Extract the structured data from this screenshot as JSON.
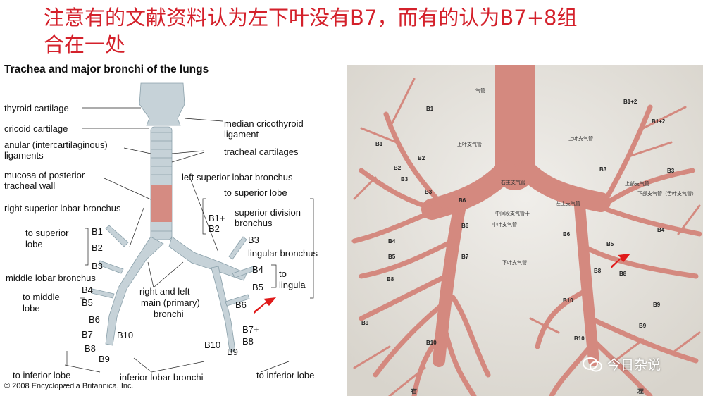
{
  "headline": {
    "line1": "注意有的文献资料认为左下叶没有B7，而有的认为B7+8组",
    "line2": "合在一处"
  },
  "diagram": {
    "title": "Trachea and major bronchi of the lungs",
    "labels": {
      "thyroid": "thyroid cartilage",
      "cricoid": "cricoid cartilage",
      "anular1": "anular (intercartilaginous)",
      "anular2": "ligaments",
      "mucosa1": "mucosa of posterior",
      "mucosa2": "tracheal wall",
      "rsup": "right superior lobar bronchus",
      "median1": "median cricothyroid",
      "median2": "ligament",
      "tracheal": "tracheal cartilages",
      "lsup": "left superior lobar bronchus",
      "tosup": "to superior lobe",
      "b1b2a": "B1+",
      "b1b2b": "B2",
      "supdiv1": "superior division",
      "supdiv2": "bronchus",
      "b3l": "B3",
      "lingular": "lingular bronchus",
      "b4l": "B4",
      "b5l": "B5",
      "to1": "to",
      "lingula": "lingula",
      "tosuplobe1": "to superior",
      "tosuplobe2": "lobe",
      "b1r": "B1",
      "b2r": "B2",
      "b3r": "B3",
      "midlobar": "middle lobar bronchus",
      "b4r": "B4",
      "b5r": "B5",
      "tomid1": "to middle",
      "tomid2": "lobe",
      "b6r": "B6",
      "b7r": "B7",
      "b8r": "B8",
      "b9r": "B9",
      "b10r": "B10",
      "rl1": "right and left",
      "rl2": "main (primary)",
      "rl3": "bronchi",
      "b6l": "B6",
      "b78a": "B7+",
      "b78b": "B8",
      "b10l": "B10",
      "b9l": "B9",
      "toinf_r": "to inferior lobe",
      "inflobar": "inferior lobar bronchi",
      "toinf_l": "to inferior lobe"
    },
    "copyright": "© 2008 Encyclopædia Britannica, Inc."
  },
  "photo": {
    "labels": {
      "qiguan": "气管",
      "r_sup": "上叶支气管",
      "r_main": "右主支气管",
      "l_main": "左主支气管",
      "mid_stem": "中间段支气管干",
      "mid_lobe": "中叶支气管",
      "r_inf": "下叶支气管",
      "l_sup": "上叶支气管",
      "l_upper": "上部支气管",
      "l_lower": "下部支气管（舌叶支气管）",
      "right": "右",
      "left": "左"
    },
    "segments": [
      "B1",
      "B2",
      "B3",
      "B1",
      "B2",
      "B3",
      "B6",
      "B4",
      "B5",
      "B6",
      "B7",
      "B8",
      "B9",
      "B10",
      "B1+2",
      "B1+2",
      "B3",
      "B3",
      "B4",
      "B5",
      "B6",
      "B8",
      "B9",
      "B10",
      "B10",
      "B9",
      "B8"
    ]
  },
  "watermark": "今日杂说",
  "colors": {
    "headline": "#d4212b",
    "arrow": "#e01a1a",
    "bronchi_gray": "#c6d2d8",
    "airway": "#d9938a"
  }
}
